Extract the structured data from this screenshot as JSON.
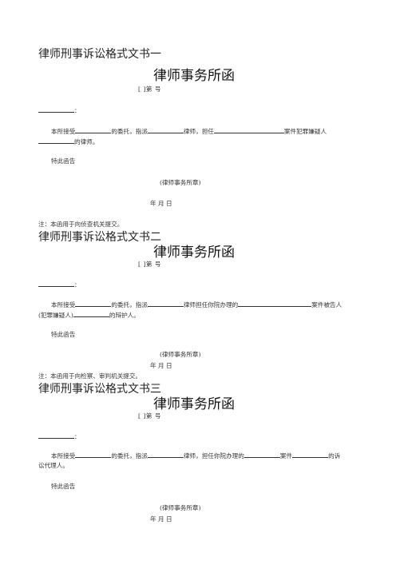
{
  "docs": [
    {
      "heading": "律师刑事诉讼格式文书一",
      "title": "律师事务所函",
      "number": "[  ]第       号",
      "addressee_suffix": "：",
      "body_parts": [
        "本所接受",
        "的委托，指派",
        "律师，担任",
        "案件犯罪嫌疑人",
        "的律师。"
      ],
      "closing": "特此函告",
      "seal": "(律师事务所章)",
      "date": "年       月       日",
      "note": "注：本函用于向侦查机关提交。"
    },
    {
      "heading": "律师刑事诉讼格式文书二",
      "title": "律师事务所函",
      "number": "[  ]第       号",
      "addressee_suffix": "：",
      "body_parts": [
        "本所接受",
        "的委托，指派",
        "律师担任你院办理的",
        "案件被告人",
        "(犯罪嫌疑人)",
        "的辩护人。"
      ],
      "closing": "特此函告",
      "seal": "(律师事务所章)",
      "date": "年       月       日",
      "note": "注：本函用于向检察、审判机关提交。"
    },
    {
      "heading": "律师刑事诉讼格式文书三",
      "title": "律师事务所函",
      "number": "[  ]第       号",
      "addressee_suffix": "：",
      "body_parts": [
        "本所接受",
        "的委托，指派",
        "律师，担任你院办理的",
        "案件",
        "的诉",
        "讼代理人。"
      ],
      "closing": "特此函告",
      "seal": "(律师事务所章)",
      "date": "年       月       日"
    }
  ]
}
